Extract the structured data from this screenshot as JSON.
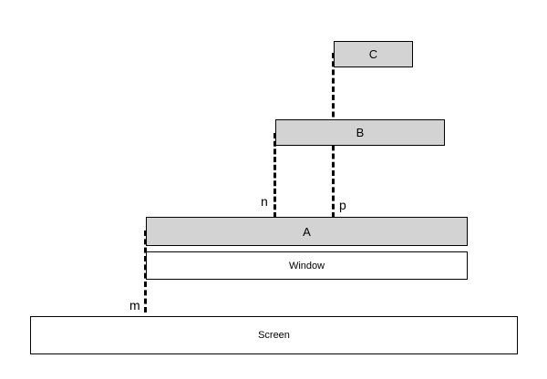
{
  "diagram": {
    "boxes": {
      "c": {
        "label": "C",
        "fill": "#d3d3d3"
      },
      "b": {
        "label": "B",
        "fill": "#d3d3d3"
      },
      "a": {
        "label": "A",
        "fill": "#d3d3d3"
      },
      "window": {
        "label": "Window",
        "fill": "#ffffff"
      },
      "screen": {
        "label": "Screen",
        "fill": "#ffffff"
      }
    },
    "connectors": {
      "m": {
        "label": "m",
        "from": "A",
        "to": "Screen",
        "style": "dashed"
      },
      "n": {
        "label": "n",
        "from": "B",
        "to": "A",
        "style": "dashed"
      },
      "p": {
        "label": "p",
        "from": "C",
        "to": "A",
        "style": "dashed"
      }
    }
  }
}
